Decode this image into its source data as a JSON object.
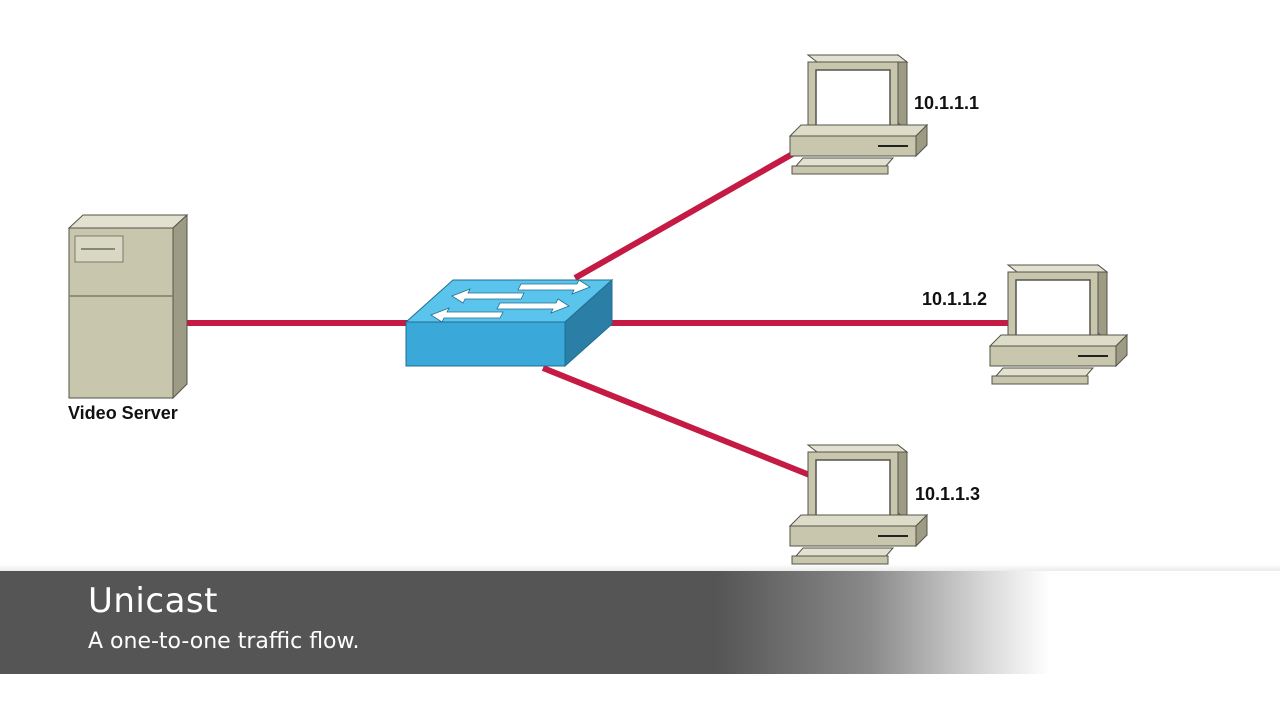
{
  "diagram": {
    "server_label": "Video Server",
    "hosts": [
      {
        "ip": "10.1.1.1"
      },
      {
        "ip": "10.1.1.2"
      },
      {
        "ip": "10.1.1.3"
      }
    ],
    "link_color": "#c41a44",
    "switch_color": "#3aa8d8"
  },
  "caption": {
    "title": "Unicast",
    "subtitle": "A one-to-one traffic flow."
  }
}
